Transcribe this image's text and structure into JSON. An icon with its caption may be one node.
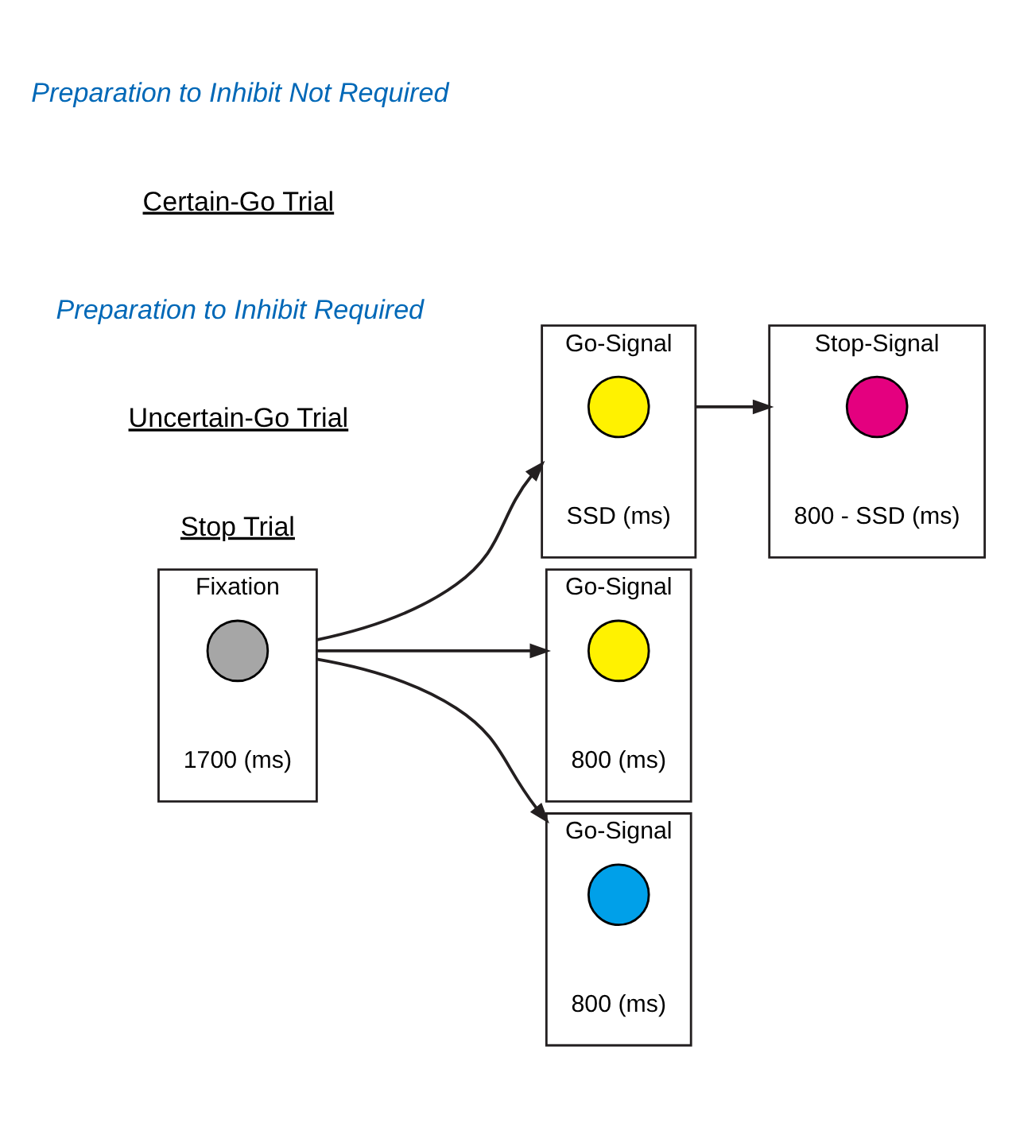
{
  "diagram": {
    "nodes": [
      {
        "text": [
          "Fixation"
        ],
        "beside": [
          "1700 (ms)"
        ]
      },
      {
        "text": [],
        "shape": "circle",
        "in": 0
      },
      {
        "text": [
          "Go-Signal"
        ],
        "beside": [
          "SSD (ms)"
        ]
      },
      {
        "text": [],
        "shape": "circle",
        "in": 2
      },
      {
        "text": [
          "Stop-Signal"
        ],
        "beside": [
          "800 - SSD (ms)"
        ]
      },
      {
        "text": [],
        "shape": "circle",
        "in": 4
      },
      {
        "text": [
          "Go-Signal"
        ],
        "beside": [
          "800 (ms)"
        ]
      },
      {
        "text": [],
        "shape": "circle",
        "in": 6
      },
      {
        "text": [
          "Go-Signal"
        ],
        "beside": [
          "800 (ms)"
        ]
      },
      {
        "text": [],
        "shape": "circle",
        "in": 8
      }
    ],
    "edges": [
      {
        "from": 0,
        "to": 2,
        "arrow": "to"
      },
      {
        "from": 2,
        "to": 4,
        "arrow": "to"
      },
      {
        "from": 0,
        "to": 6,
        "arrow": "to"
      },
      {
        "from": 0,
        "to": 8,
        "arrow": "to"
      }
    ],
    "labels": [
      "Stop Trial",
      "Uncertain-Go Trial",
      "Preparation to Inhibit Required",
      "Certain-Go Trial",
      "Preparation to Inhibit Not Required"
    ]
  }
}
